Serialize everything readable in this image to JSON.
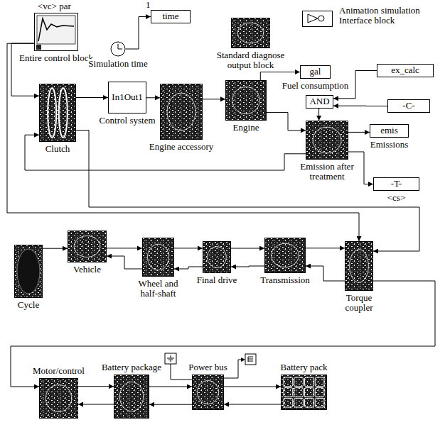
{
  "diagram": {
    "nodes": [
      {
        "text": [
          "Entire control block"
        ]
      },
      {
        "text": [
          "Simulation time"
        ]
      },
      {
        "text": [
          "time"
        ]
      },
      {
        "text": [
          "Standard diagnose output block"
        ]
      },
      {
        "text": [
          "Animation simulation Interface block"
        ]
      },
      {
        "text": [
          "Clutch"
        ]
      },
      {
        "text": [
          "In1Out1",
          "Control system"
        ]
      },
      {
        "text": [
          "Engine accessory"
        ]
      },
      {
        "text": [
          "Engine"
        ]
      },
      {
        "text": [
          "gal",
          "Fuel consumption"
        ]
      },
      {
        "text": [
          "ex_calc"
        ]
      },
      {
        "text": [
          "AND"
        ]
      },
      {
        "text": [
          "-C-"
        ]
      },
      {
        "text": [
          "Emission after treatment"
        ]
      },
      {
        "text": [
          "emis",
          "Emissions"
        ]
      },
      {
        "text": [
          "-T-",
          "<cs>"
        ]
      },
      {
        "text": [
          "Cycle"
        ]
      },
      {
        "text": [
          "Vehicle"
        ]
      },
      {
        "text": [
          "Wheel and half-shaft"
        ]
      },
      {
        "text": [
          "Final drive"
        ]
      },
      {
        "text": [
          "Transmission"
        ]
      },
      {
        "text": [
          "Torque coupler"
        ]
      },
      {
        "text": [
          "Motor/control"
        ]
      },
      {
        "text": [
          "Battery package"
        ]
      },
      {
        "text": [
          "Power bus"
        ]
      },
      {
        "text": [
          "Battery pack"
        ]
      }
    ],
    "edges": [
      {
        "from": 0,
        "to": 5,
        "arrow": "to"
      },
      {
        "from": 1,
        "to": 2,
        "arrow": "to"
      },
      {
        "from": 5,
        "to": 6,
        "arrow": "to"
      },
      {
        "from": 6,
        "to": 7,
        "arrow": "to"
      },
      {
        "from": 7,
        "to": 8,
        "arrow": "to"
      },
      {
        "from": 8,
        "to": 9,
        "arrow": "to"
      },
      {
        "from": 8,
        "to": 13,
        "arrow": "to"
      },
      {
        "from": 10,
        "to": 11,
        "arrow": "to"
      },
      {
        "from": 12,
        "to": 11,
        "arrow": "to"
      },
      {
        "from": 11,
        "to": 13,
        "arrow": "to"
      },
      {
        "from": 13,
        "to": 14,
        "arrow": "to"
      },
      {
        "from": 13,
        "to": 15,
        "arrow": "to"
      },
      {
        "from": 13,
        "to": 5,
        "arrow": "to"
      },
      {
        "from": 5,
        "to": 21,
        "arrow": "to"
      },
      {
        "from": 16,
        "to": 17,
        "arrow": "to"
      },
      {
        "from": 17,
        "to": 18,
        "arrow": "to"
      },
      {
        "from": 18,
        "to": 19,
        "arrow": "to"
      },
      {
        "from": 19,
        "to": 20,
        "arrow": "to"
      },
      {
        "from": 20,
        "to": 21,
        "arrow": "to"
      },
      {
        "from": 21,
        "to": 20,
        "arrow": "to"
      },
      {
        "from": 20,
        "to": 19,
        "arrow": "to"
      },
      {
        "from": 19,
        "to": 18,
        "arrow": "to"
      },
      {
        "from": 18,
        "to": 17,
        "arrow": "to"
      },
      {
        "from": 21,
        "to": 22,
        "arrow": "to"
      },
      {
        "from": 22,
        "to": 23,
        "arrow": "to"
      },
      {
        "from": 23,
        "to": 24,
        "arrow": "to"
      },
      {
        "from": 24,
        "to": 25,
        "arrow": "to"
      },
      {
        "from": 25,
        "to": 24,
        "arrow": "to"
      },
      {
        "from": 24,
        "to": 23,
        "arrow": "to"
      },
      {
        "from": 23,
        "to": 22,
        "arrow": "to"
      },
      {
        "from": 0,
        "to": 21,
        "arrow": "to"
      }
    ],
    "labels": [
      "<vc> par",
      "1"
    ]
  }
}
